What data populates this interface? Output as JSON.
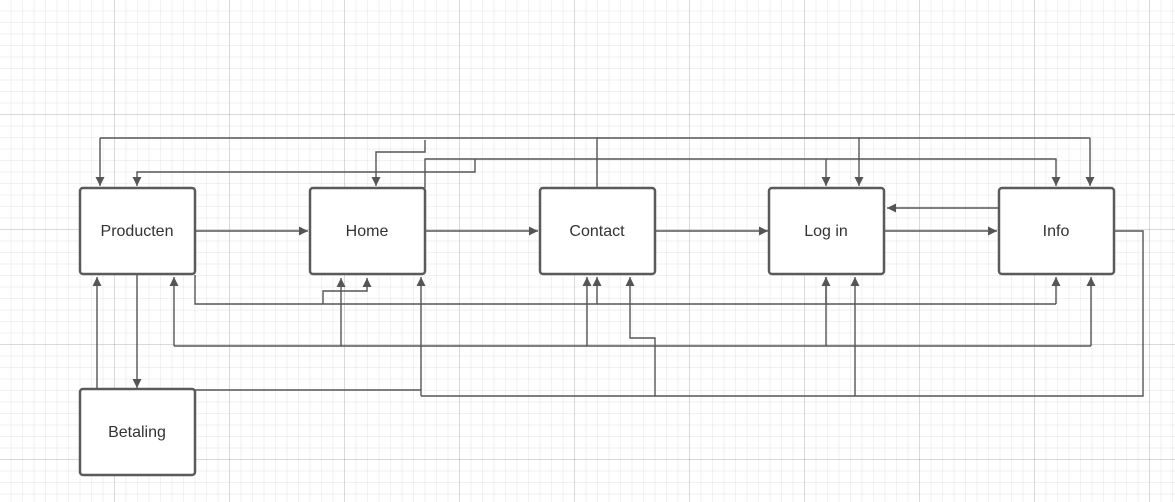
{
  "diagram": {
    "nodes": [
      {
        "id": "producten",
        "label": "Producten"
      },
      {
        "id": "home",
        "label": "Home"
      },
      {
        "id": "contact",
        "label": "Contact"
      },
      {
        "id": "login",
        "label": "Log in"
      },
      {
        "id": "info",
        "label": "Info"
      },
      {
        "id": "betaling",
        "label": "Betaling"
      }
    ],
    "edges": [
      {
        "from": "producten",
        "to": "home"
      },
      {
        "from": "home",
        "to": "contact"
      },
      {
        "from": "contact",
        "to": "login"
      },
      {
        "from": "login",
        "to": "info"
      },
      {
        "from": "info",
        "to": "login"
      },
      {
        "from": "producten",
        "to": "betaling"
      },
      {
        "from": "betaling",
        "to": "producten"
      },
      {
        "from": "contact",
        "to": "producten"
      },
      {
        "from": "contact",
        "to": "login"
      },
      {
        "from": "contact",
        "to": "info"
      },
      {
        "from": "home",
        "to": "producten"
      },
      {
        "from": "home",
        "to": "login"
      },
      {
        "from": "home",
        "to": "info"
      },
      {
        "from": "producten",
        "to": "info"
      },
      {
        "from": "producten",
        "to": "home"
      },
      {
        "from": "producten",
        "to": "contact"
      },
      {
        "from": "login",
        "to": "producten"
      },
      {
        "from": "login",
        "to": "home"
      },
      {
        "from": "info",
        "to": "contact"
      },
      {
        "from": "info",
        "to": "login"
      },
      {
        "from": "betaling",
        "to": "home"
      },
      {
        "from": "contact",
        "to": "home"
      },
      {
        "from": "login",
        "to": "contact"
      }
    ]
  },
  "colors": {
    "stroke": "#555555",
    "box_border": "#5a5a5a",
    "text": "#333333"
  }
}
